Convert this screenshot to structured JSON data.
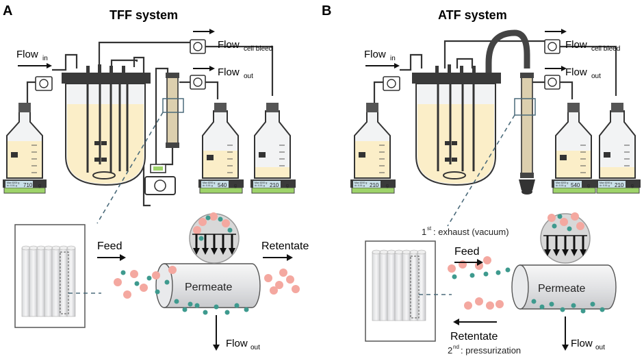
{
  "panels": [
    {
      "letter": "A",
      "title": "TFF system",
      "flow_in": {
        "main": "Flow",
        "sub": "in"
      },
      "flow_cell_bleed": {
        "main": "Flow",
        "sub": "cell bleed"
      },
      "flow_out_top": {
        "main": "Flow",
        "sub": "out"
      },
      "scales": [
        {
          "small": "Max 6200 g",
          "small2": "d= 0.01 g",
          "value": "710",
          "unit": "g"
        },
        {
          "small": "Max 6200 g",
          "small2": "d= 0.01 g",
          "value": "540",
          "unit": "g"
        },
        {
          "small": "Max 6200 g",
          "small2": "d= 0.01 g",
          "value": "210",
          "unit": "g"
        }
      ],
      "feed": "Feed",
      "retentate": "Retentate",
      "permeate": "Permeate",
      "flow_out_bottom": {
        "main": "Flow",
        "sub": "out"
      }
    },
    {
      "letter": "B",
      "title": "ATF system",
      "flow_in": {
        "main": "Flow",
        "sub": "in"
      },
      "flow_cell_bleed": {
        "main": "Flow",
        "sub": "cell bleed"
      },
      "flow_out_top": {
        "main": "Flow",
        "sub": "out"
      },
      "scales": [
        {
          "small": "Max 6200 g",
          "small2": "d= 0.01 g",
          "value": "210",
          "unit": "g"
        },
        {
          "small": "Max 6200 g",
          "small2": "d= 0.01 g",
          "value": "540",
          "unit": "g"
        },
        {
          "small": "Max 6200 g",
          "small2": "d= 0.01 g",
          "value": "210",
          "unit": "g"
        }
      ],
      "feed": "Feed",
      "retentate": "Retentate",
      "permeate": "Permeate",
      "flow_out_bottom": {
        "main": "Flow",
        "sub": "out"
      },
      "exhaust": {
        "sup": "st",
        "num": "1",
        "text": ": exhaust (vacuum)"
      },
      "pressurization": {
        "sup": "nd",
        "num": "2",
        "text": ": pressurization"
      }
    }
  ],
  "colors": {
    "medium": "#fbeec8",
    "cell": "#f4a8a0",
    "product": "#3e9a8e",
    "line": "#333333",
    "glass": "#f2f3f4",
    "scale_screen": "#c9dfe8",
    "scale_base": "#9ed36a",
    "filter": "#dccfae"
  }
}
